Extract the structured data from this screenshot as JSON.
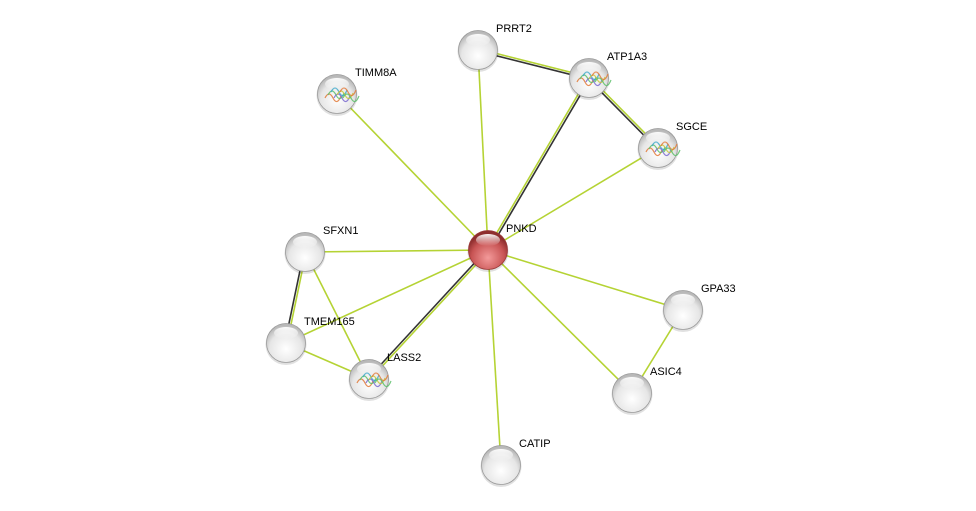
{
  "network": {
    "query_node": "PNKD",
    "nodes": [
      {
        "id": "PNKD",
        "label": "PNKD",
        "query": true,
        "structure": false
      },
      {
        "id": "PRRT2",
        "label": "PRRT2",
        "query": false,
        "structure": false
      },
      {
        "id": "ATP1A3",
        "label": "ATP1A3",
        "query": false,
        "structure": true
      },
      {
        "id": "TIMM8A",
        "label": "TIMM8A",
        "query": false,
        "structure": true
      },
      {
        "id": "SGCE",
        "label": "SGCE",
        "query": false,
        "structure": true
      },
      {
        "id": "SFXN1",
        "label": "SFXN1",
        "query": false,
        "structure": false
      },
      {
        "id": "TMEM165",
        "label": "TMEM165",
        "query": false,
        "structure": false
      },
      {
        "id": "LASS2",
        "label": "LASS2",
        "query": false,
        "structure": true
      },
      {
        "id": "GPA33",
        "label": "GPA33",
        "query": false,
        "structure": false
      },
      {
        "id": "ASIC4",
        "label": "ASIC4",
        "query": false,
        "structure": false
      },
      {
        "id": "CATIP",
        "label": "CATIP",
        "query": false,
        "structure": false
      }
    ],
    "edges": [
      {
        "source": "PNKD",
        "target": "PRRT2",
        "evidence": [
          "textmining"
        ]
      },
      {
        "source": "PNKD",
        "target": "ATP1A3",
        "evidence": [
          "textmining",
          "coexpression"
        ]
      },
      {
        "source": "PNKD",
        "target": "TIMM8A",
        "evidence": [
          "textmining"
        ]
      },
      {
        "source": "PNKD",
        "target": "SGCE",
        "evidence": [
          "textmining"
        ]
      },
      {
        "source": "PNKD",
        "target": "SFXN1",
        "evidence": [
          "textmining"
        ]
      },
      {
        "source": "PNKD",
        "target": "TMEM165",
        "evidence": [
          "textmining"
        ]
      },
      {
        "source": "PNKD",
        "target": "LASS2",
        "evidence": [
          "textmining",
          "coexpression"
        ]
      },
      {
        "source": "PNKD",
        "target": "GPA33",
        "evidence": [
          "textmining"
        ]
      },
      {
        "source": "PNKD",
        "target": "ASIC4",
        "evidence": [
          "textmining"
        ]
      },
      {
        "source": "PNKD",
        "target": "CATIP",
        "evidence": [
          "textmining"
        ]
      },
      {
        "source": "PRRT2",
        "target": "ATP1A3",
        "evidence": [
          "textmining",
          "coexpression"
        ]
      },
      {
        "source": "ATP1A3",
        "target": "SGCE",
        "evidence": [
          "textmining",
          "coexpression"
        ]
      },
      {
        "source": "SFXN1",
        "target": "TMEM165",
        "evidence": [
          "textmining",
          "coexpression"
        ]
      },
      {
        "source": "SFXN1",
        "target": "LASS2",
        "evidence": [
          "textmining"
        ]
      },
      {
        "source": "TMEM165",
        "target": "LASS2",
        "evidence": [
          "textmining"
        ]
      },
      {
        "source": "GPA33",
        "target": "ASIC4",
        "evidence": [
          "textmining"
        ]
      }
    ],
    "colors": {
      "textmining": "#b5d334",
      "coexpression": "#333333",
      "query_node": "#d05a5a",
      "node": "#e8e8e8"
    }
  }
}
